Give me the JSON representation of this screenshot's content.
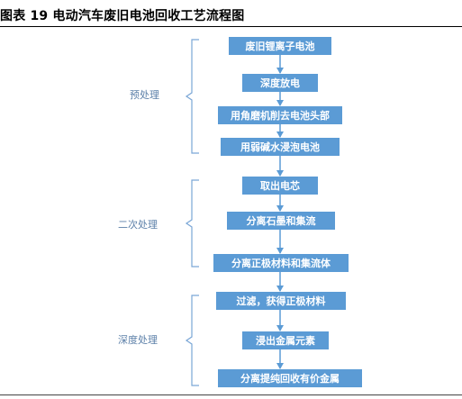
{
  "title": "图表 19  电动汽车废旧电池回收工艺流程图",
  "stages": [
    {
      "label": "预处理",
      "steps": [
        "废旧锂离子电池",
        "深度放电",
        "用角磨机削去电池头部",
        "用弱碱水浸泡电池"
      ]
    },
    {
      "label": "二次处理",
      "steps": [
        "取出电芯",
        "分离石墨和集流",
        "分离正极材料和集流体"
      ]
    },
    {
      "label": "深度处理",
      "steps": [
        "过滤，获得正极材料",
        "浸出金属元素",
        "分离提纯回收有价金属"
      ]
    }
  ],
  "colors": {
    "box_fill": "#5b9bd5",
    "box_text": "#ffffff",
    "arrow": "#5b9bd5",
    "bracket": "#7aa6d6",
    "stage_label": "#5b7fa8"
  }
}
